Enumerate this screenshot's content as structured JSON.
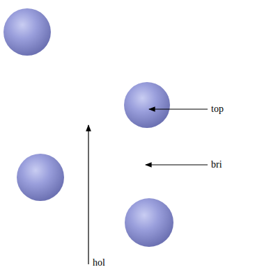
{
  "diagram": {
    "labels": [
      "top",
      "bri",
      "hol"
    ]
  }
}
